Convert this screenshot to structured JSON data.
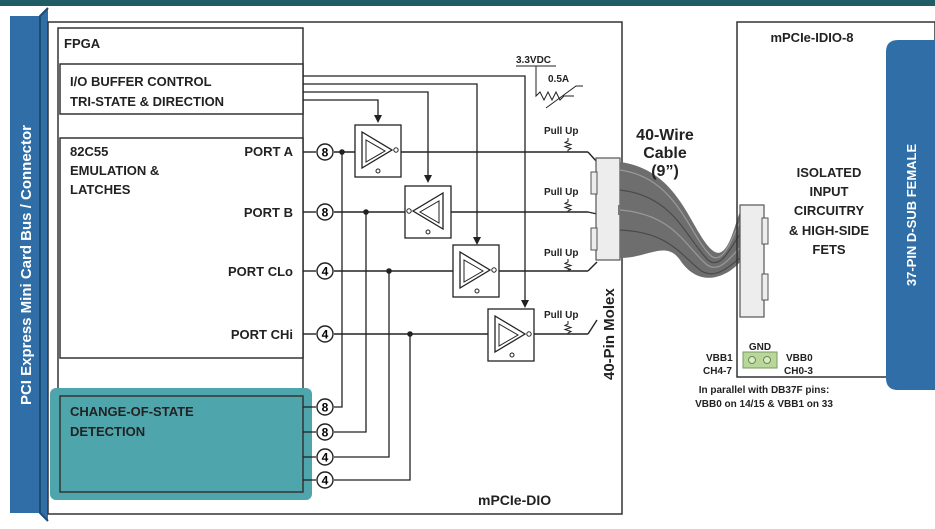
{
  "bus_label": "PCI Express Mini Card Bus / Connector",
  "fpga": {
    "title": "FPGA",
    "io_buffer_line1": "I/O BUFFER CONTROL",
    "io_buffer_line2": "TRI-STATE & DIRECTION",
    "emulation_line1": "82C55",
    "emulation_line2": "EMULATION &",
    "emulation_line3": "LATCHES",
    "cos_line1": "CHANGE-OF-STATE",
    "cos_line2": "DETECTION"
  },
  "ports": [
    {
      "label": "PORT A",
      "width": "8"
    },
    {
      "label": "PORT B",
      "width": "8"
    },
    {
      "label": "PORT CLo",
      "width": "4"
    },
    {
      "label": "PORT CHi",
      "width": "4"
    }
  ],
  "cos_widths": [
    "8",
    "8",
    "4",
    "4"
  ],
  "pullup_label": "Pull Up",
  "supply": {
    "voltage": "3.3VDC",
    "fuse": "0.5A"
  },
  "molex_label": "40-Pin Molex",
  "board_label": "mPCIe-DIO",
  "cable": {
    "line1": "40-Wire",
    "line2": "Cable",
    "line3": "(9”)"
  },
  "idio": {
    "title": "mPCIe-IDIO-8",
    "isolated_line1": "ISOLATED",
    "isolated_line2": "INPUT",
    "isolated_line3": "CIRCUITRY",
    "isolated_line4": "& HIGH-SIDE",
    "isolated_line5": "FETS",
    "dsub_label": "37-PIN D-SUB FEMALE",
    "gnd": "GND",
    "vbb1": "VBB1",
    "vbb0": "VBB0",
    "ch47": "CH4-7",
    "ch03": "CH0-3",
    "parallel_line1": "In parallel with DB37F pins:",
    "parallel_line2": "VBB0 on 14/15 &  VBB1 on 33"
  },
  "colors": {
    "top_bar": "#1f5c66",
    "bus_blue": "#2f6ea6",
    "cos_teal": "#4ea6ac",
    "line": "#222222",
    "terminal_green": "#b9d79a"
  }
}
